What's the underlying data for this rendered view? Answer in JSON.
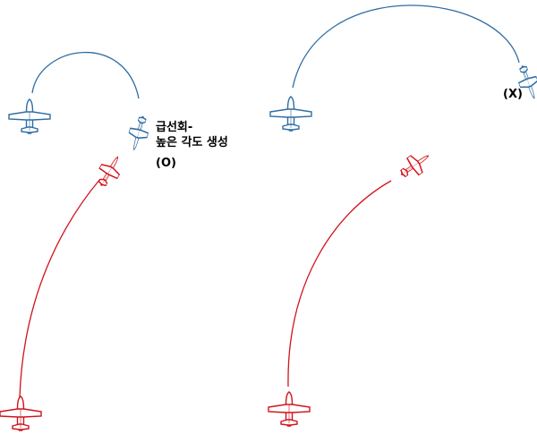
{
  "diagram": {
    "left_panel": {
      "caption_line1": "급선회-",
      "caption_line2": "높은 각도 생성",
      "verdict": "(O)"
    },
    "right_panel": {
      "verdict": "(X)"
    }
  },
  "colors": {
    "friendly": "#2e6da4",
    "enemy": "#d1121b",
    "text": "#000000"
  },
  "icons": {
    "blue_plane": "airplane-top-view-icon",
    "red_plane": "airplane-top-view-icon"
  }
}
